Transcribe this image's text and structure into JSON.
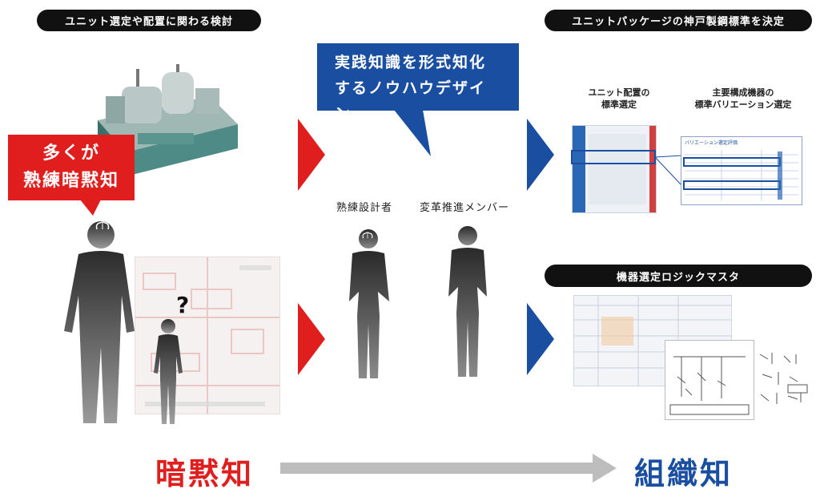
{
  "header_left": "ユニット選定や配置に関わる検討",
  "header_right": "ユニットパッケージの神戸製鋼標準を決定",
  "callout_tacit": [
    "多くが",
    "熟練暗黙知"
  ],
  "callout_design": [
    "実践知識を形式知化",
    "するノウハウデザイン"
  ],
  "role_expert": "熟練設計者",
  "role_member": "変革推進メンバー",
  "question_mark": "?",
  "std_layout_label": [
    "ユニット配置の",
    "標準選定"
  ],
  "std_variation_label": [
    "主要構成機器の",
    "標準バリエーション選定"
  ],
  "variation_doc_title": "バリエーション選定評価",
  "logic_master_label": "機器選定ロジックマスタ",
  "bottom_left": "暗黙知",
  "bottom_right": "組織知",
  "colors": {
    "red": "#e01e1e",
    "blue": "#1a4ea0",
    "black": "#111111",
    "gray_arrow": "#bdbdbd"
  }
}
